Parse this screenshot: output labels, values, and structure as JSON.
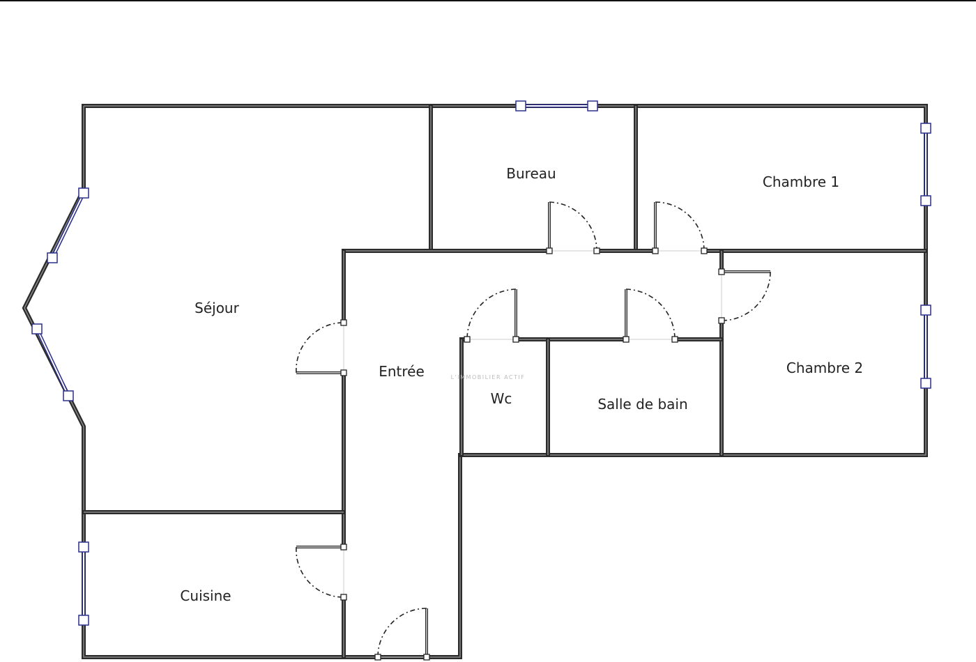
{
  "rooms": {
    "sejour": "Séjour",
    "bureau": "Bureau",
    "chambre1": "Chambre 1",
    "chambre2": "Chambre 2",
    "entree": "Entrée",
    "wc": "Wc",
    "salle_de_bain": "Salle de bain",
    "cuisine": "Cuisine"
  },
  "watermark": "L'IMMOBILIER ACTIF",
  "colors": {
    "wall": "#2b2b2b",
    "window": "#2c2f8a"
  }
}
